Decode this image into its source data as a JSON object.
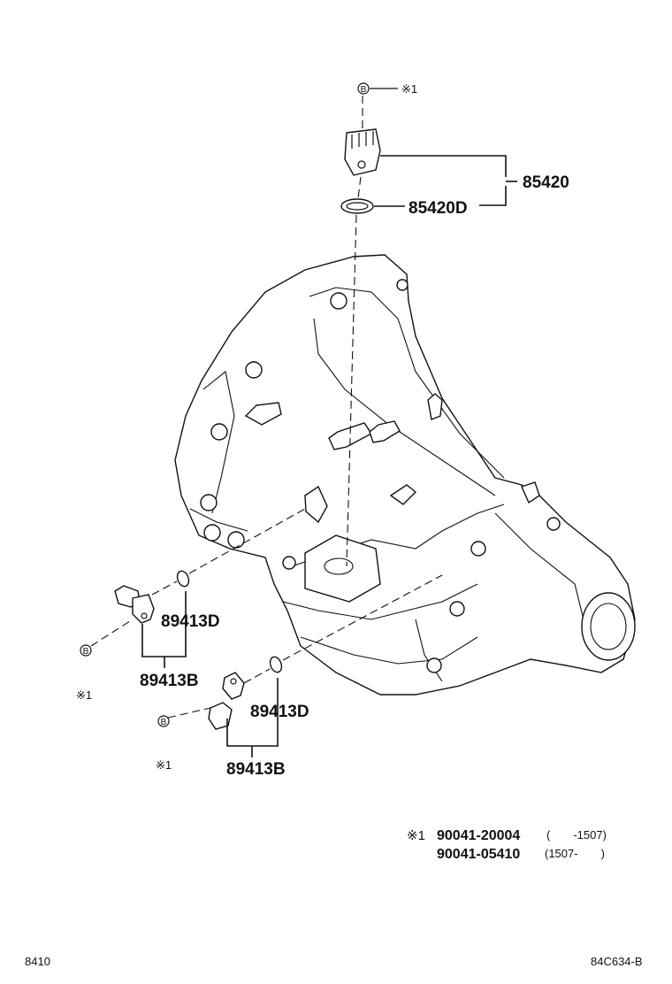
{
  "labels": {
    "sensor_assy": "85420",
    "sensor_oring": "85420D",
    "sensor_left": "89413B",
    "oring_left": "89413D",
    "sensor_right": "89413B",
    "oring_right": "89413D"
  },
  "bolt_callouts": {
    "circle_letter": "B",
    "mark": "※1"
  },
  "footnote": {
    "mark": "※1",
    "row1": {
      "part": "90041-20004",
      "range": "(　　-1507)"
    },
    "row2": {
      "part": "90041-05410",
      "range": "(1507-　　)"
    }
  },
  "footer": {
    "page_code": "8410",
    "drawing_code": "84C634-B"
  }
}
